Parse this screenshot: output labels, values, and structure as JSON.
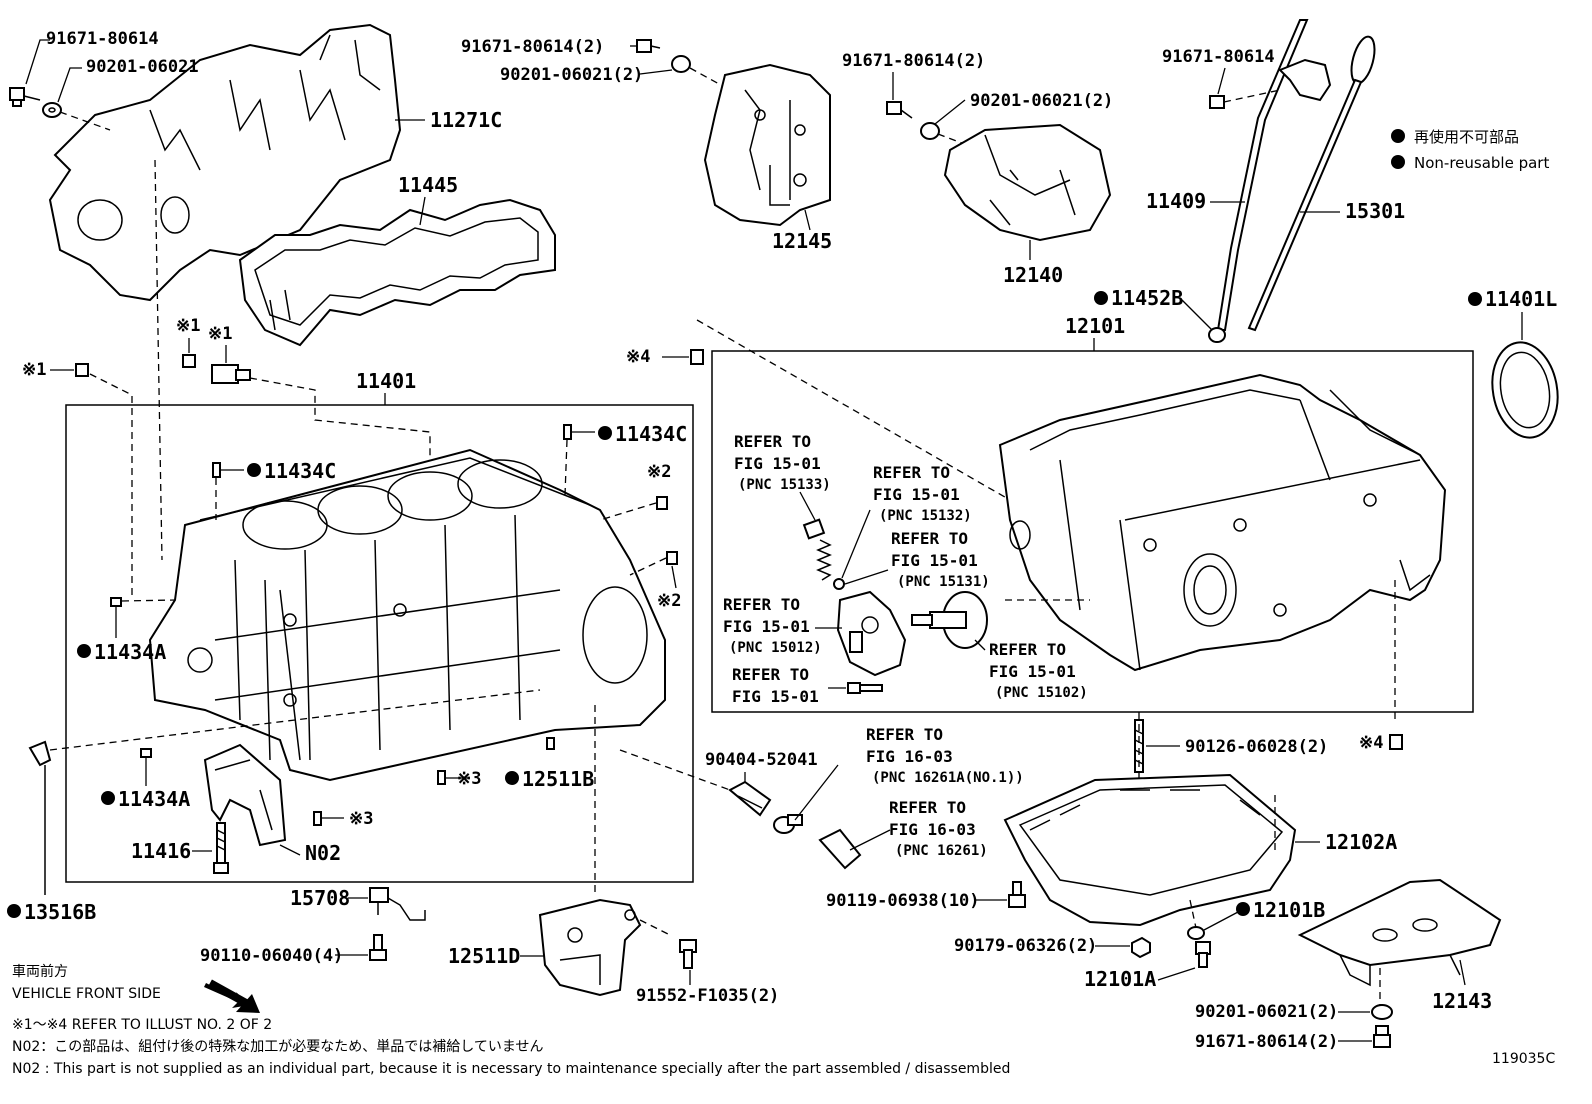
{
  "figure_code": "119035C",
  "legend": {
    "jp": "再使用不可部品",
    "en": "Non-reusable part"
  },
  "part_numbers": {
    "p91671_80614_tl": "91671-80614",
    "p90201_06021_tl": "90201-06021",
    "p11271C": "11271C",
    "p11445": "11445",
    "p91671_80614_2a": "91671-80614(2)",
    "p90201_06021_2a": "90201-06021(2)",
    "p12145": "12145",
    "p91671_80614_2b": "91671-80614(2)",
    "p90201_06021_2b": "90201-06021(2)",
    "p12140": "12140",
    "p91671_80614_tr": "91671-80614",
    "p11409": "11409",
    "p15301": "15301",
    "p11452B": "11452B",
    "p12101": "12101",
    "p11401L": "11401L",
    "p11401": "11401",
    "p11434C_a": "11434C",
    "p11434C_b": "11434C",
    "p11434A_a": "11434A",
    "p11434A_b": "11434A",
    "p12511B": "12511B",
    "p11416": "11416",
    "pN02": "N02",
    "p13516B": "13516B",
    "p15708": "15708",
    "p90110": "90110-06040(4)",
    "p12511D": "12511D",
    "p91552": "91552-F1035(2)",
    "p90404": "90404-52041",
    "p90126": "90126-06028(2)",
    "p12102A": "12102A",
    "p90119": "90119-06938(10)",
    "p12101B": "12101B",
    "p90179": "90179-06326(2)",
    "p12101A": "12101A",
    "p12143": "12143",
    "p90201_06021_2c": "90201-06021(2)",
    "p91671_80614_2c": "91671-80614(2)"
  },
  "marks": {
    "m1": "※1",
    "m2": "※2",
    "m3": "※3",
    "m4": "※4"
  },
  "refs": {
    "r15133": [
      "REFER TO",
      "FIG 15-01",
      "(PNC 15133)"
    ],
    "r15132": [
      "REFER TO",
      "FIG 15-01",
      "(PNC 15132)"
    ],
    "r15131": [
      "REFER TO",
      "FIG 15-01",
      "(PNC 15131)"
    ],
    "r15012": [
      "REFER TO",
      "FIG 15-01",
      "(PNC 15012)"
    ],
    "r15_01": [
      "REFER TO",
      "FIG 15-01"
    ],
    "r15102": [
      "REFER TO",
      "FIG 15-01",
      "(PNC 15102)"
    ],
    "r16261A": [
      "REFER TO",
      "FIG 16-03",
      "(PNC 16261A(NO.1))"
    ],
    "r16261": [
      "REFER TO",
      "FIG 16-03",
      "(PNC 16261)"
    ]
  },
  "notes": {
    "front_jp": "車両前方",
    "front_en": "VEHICLE FRONT SIDE",
    "refer_illust": "※1～※4  REFER TO ILLUST NO. 2 OF 2",
    "n02_jp": "N02：この部品は、組付け後の特殊な加工が必要なため、単品では補給していません",
    "n02_en": "N02 : This part is not supplied as an individual part, because it is necessary to maintenance specially after the part assembled / disassembled"
  }
}
